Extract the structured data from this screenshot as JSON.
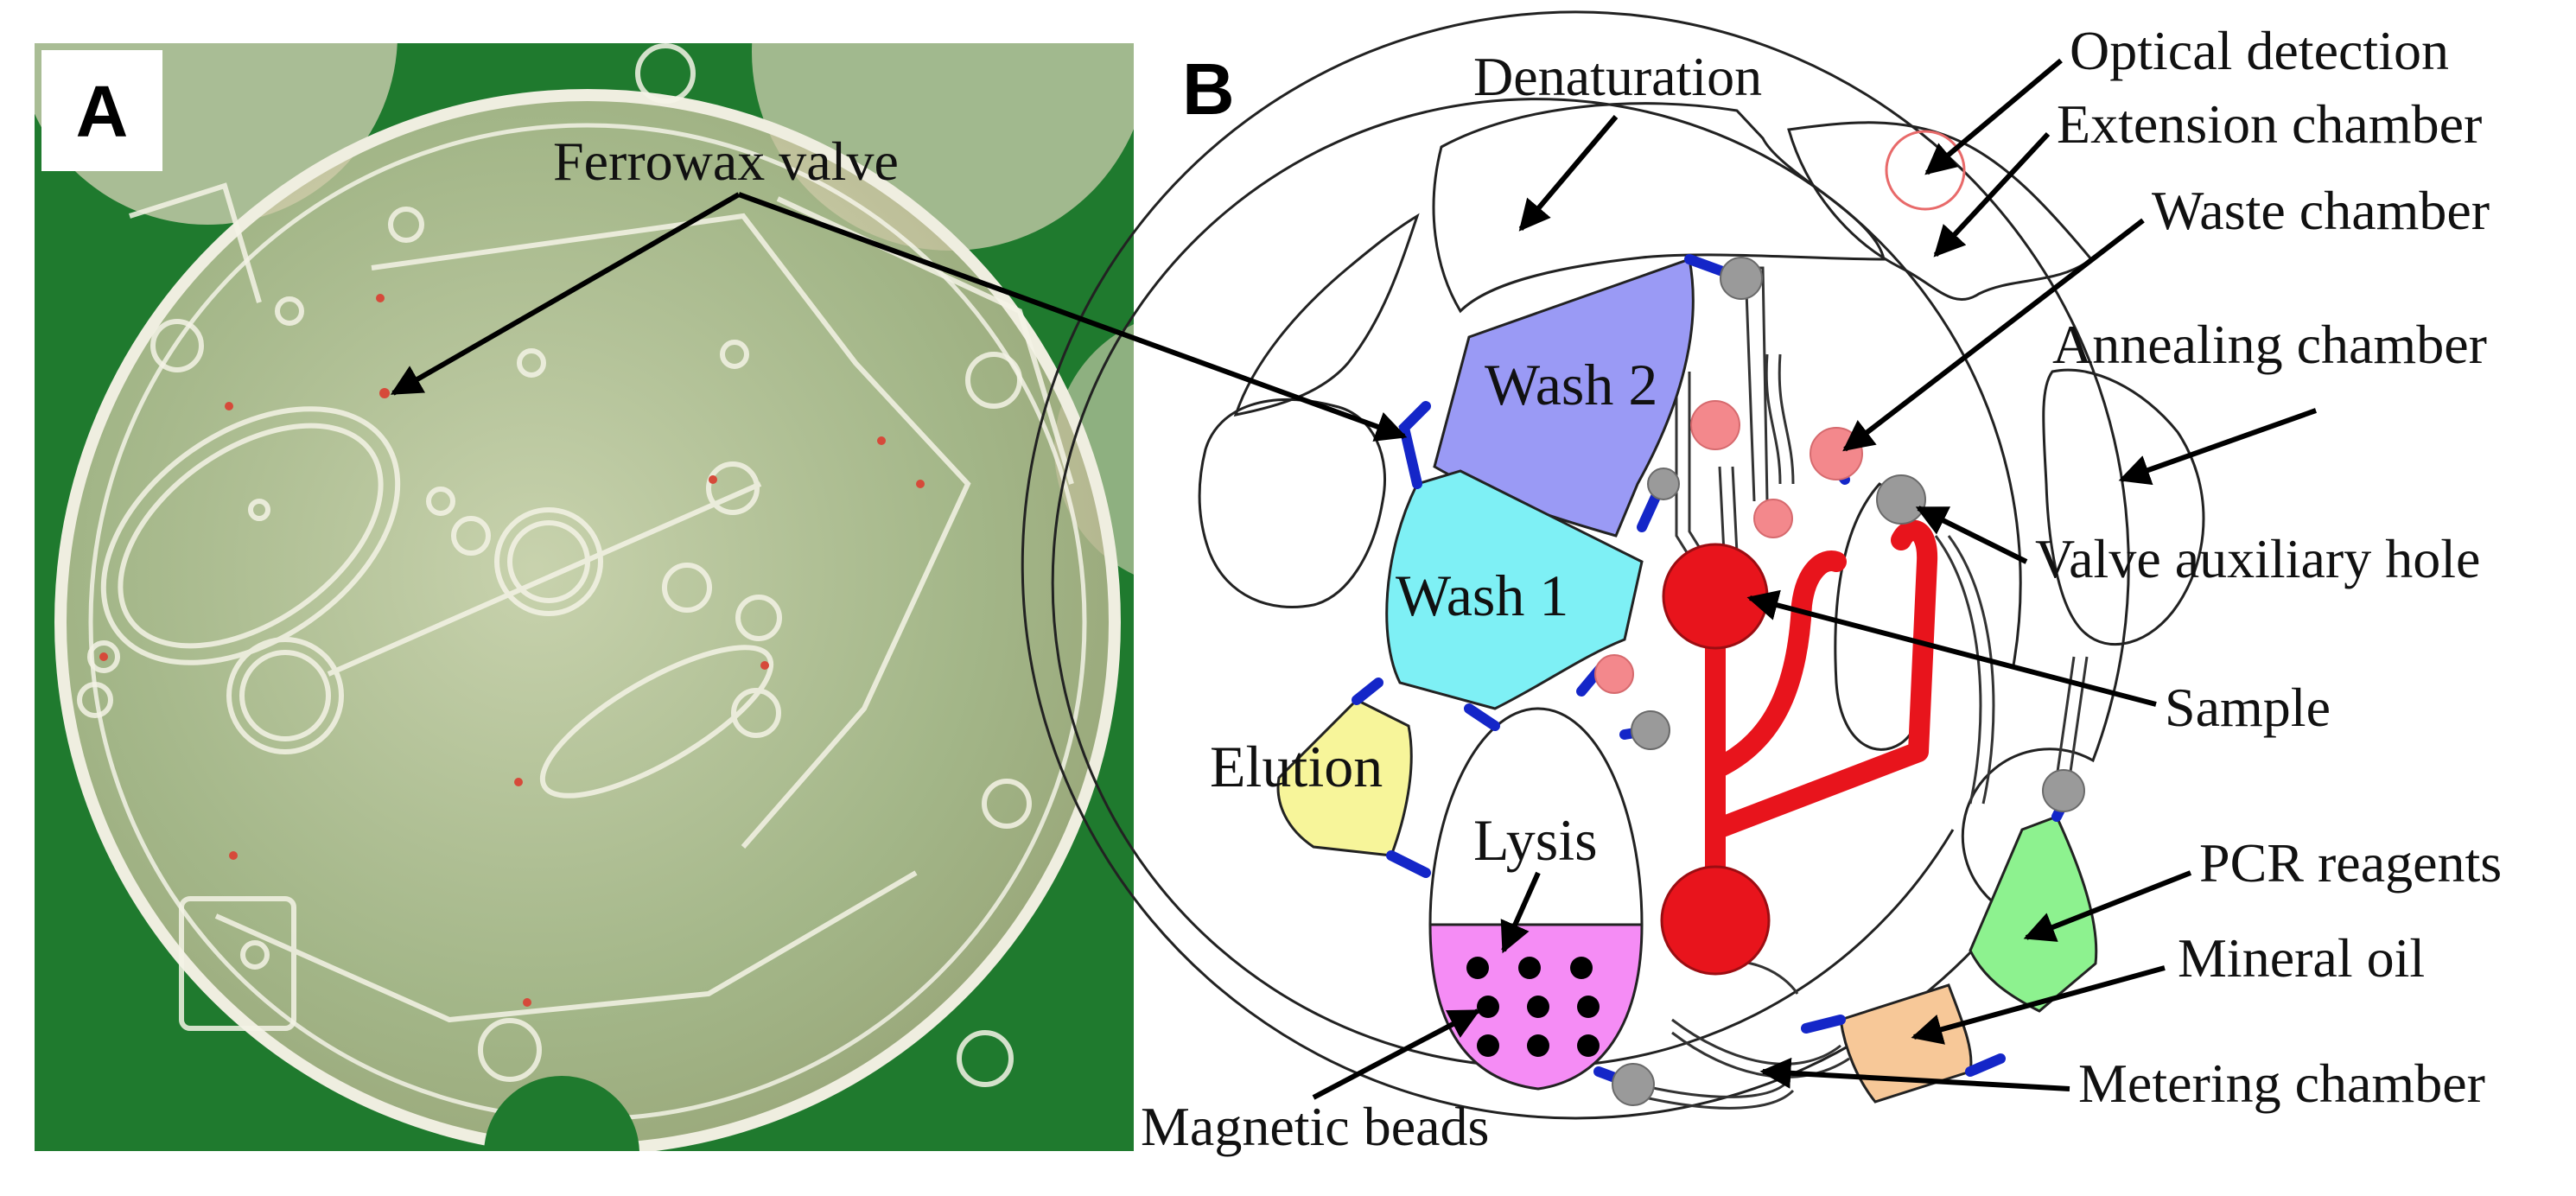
{
  "panels": {
    "a": "A",
    "b": "B"
  },
  "photo_label": "Ferrowax valve",
  "chambers": {
    "wash2": "Wash 2",
    "wash1": "Wash 1",
    "elution": "Elution",
    "lysis": "Lysis"
  },
  "callouts": {
    "denaturation": "Denaturation",
    "optical_detection": "Optical detection",
    "extension_chamber": "Extension chamber",
    "waste_chamber": "Waste chamber",
    "annealing_chamber": "Annealing chamber",
    "valve_auxiliary_hole": "Valve auxiliary hole",
    "sample": "Sample",
    "pcr_reagents": "PCR reagents",
    "mineral_oil": "Mineral oil",
    "metering_chamber": "Metering chamber",
    "magnetic_beads": "Magnetic beads"
  },
  "colors": {
    "photo_background": "#1f7a2e",
    "wash2": "#9a9af5",
    "wash1": "#7ef0f5",
    "elution": "#f7f59a",
    "beads_region": "#f58cf5",
    "sample": "#e8141c",
    "pcr_reagents": "#8df28f",
    "mineral_oil": "#f7c898",
    "valve_link": "#1426c8",
    "valve_hole": "#9a9a9a",
    "waste_dot": "#f3888c"
  }
}
